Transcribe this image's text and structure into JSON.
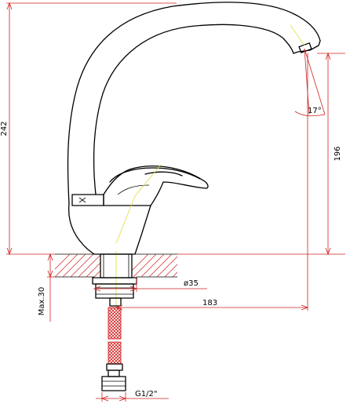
{
  "dimensions": {
    "total_height": "242",
    "spout_height": "196",
    "spout_angle": "17°",
    "base_diameter": "ø35",
    "spout_reach": "183",
    "max_thickness": "Max.30",
    "thread": "G1/2\""
  },
  "colors": {
    "outline": "#000000",
    "dimension": "#d11f1f",
    "centerline": "#e0dd3a",
    "hose": "#d11f1f"
  }
}
